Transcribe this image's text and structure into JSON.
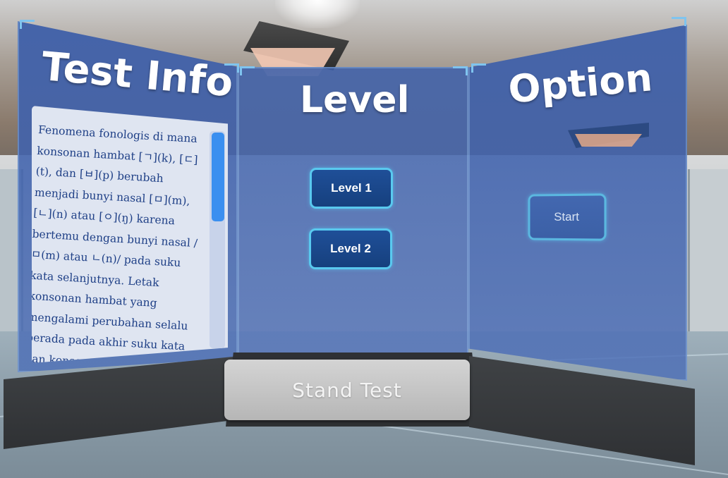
{
  "scene": {
    "panels": {
      "test_info": {
        "title": "Test Info",
        "text": "Fenomena fonologis di mana konsonan hambat [ㄱ](k), [ㄷ](t), dan [ㅂ](p) berubah menjadi bunyi nasal [ㅁ](m), [ㄴ](n) atau [ㅇ](ŋ) karena bertemu dengan bunyi nasal /ㅁ(m) atau  ㄴ(n)/ pada suku kata selanjutnya. Letak konsonan hambat yang mengalami perubahan selalu berada pada akhir suku kata dan konsonan"
      },
      "level": {
        "title": "Level",
        "buttons": [
          "Level 1",
          "Level 2"
        ]
      },
      "option": {
        "title": "Option",
        "start_label": "Start"
      }
    },
    "stand_label": "Stand Test"
  },
  "colors": {
    "panel": "#3a5ca8",
    "button": "#1f4f98",
    "button_border": "#59c9ef",
    "info_text": "#1e3f86",
    "scroll_thumb": "#3a8ff0"
  }
}
